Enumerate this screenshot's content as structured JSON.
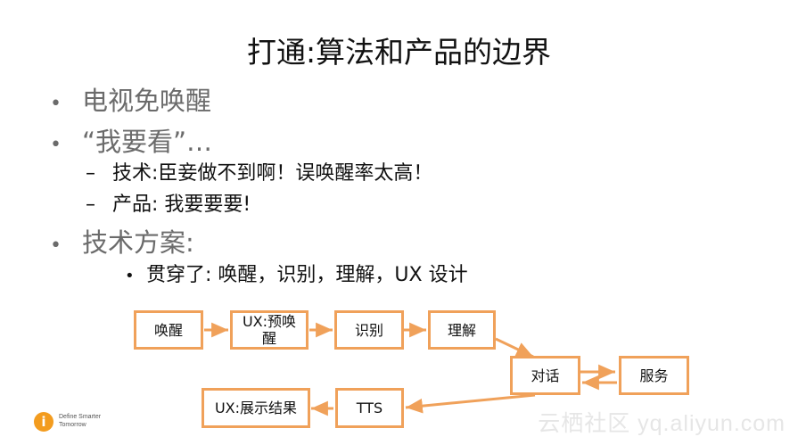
{
  "slide": {
    "title": "打通:算法和产品的边界",
    "bullets": [
      {
        "mark": "•",
        "text": "电视免唤醒"
      },
      {
        "mark": "•",
        "text": "“我要看”…"
      },
      {
        "mark": "–",
        "text": "技术:臣妾做不到啊！误唤醒率太高！"
      },
      {
        "mark": "–",
        "text": "产品: 我要要要!"
      },
      {
        "mark": "•",
        "text": "技术方案:"
      },
      {
        "mark": "•",
        "text": "贯穿了: 唤醒，识别，理解，UX 设计"
      }
    ]
  },
  "diagram": {
    "nodes": [
      {
        "id": "wake",
        "label": "唤醒"
      },
      {
        "id": "ux_prewake",
        "label": "UX:预唤醒"
      },
      {
        "id": "recognize",
        "label": "识别"
      },
      {
        "id": "understand",
        "label": "理解"
      },
      {
        "id": "dialog",
        "label": "对话"
      },
      {
        "id": "service",
        "label": "服务"
      },
      {
        "id": "tts",
        "label": "TTS"
      },
      {
        "id": "ux_display",
        "label": "UX:展示结果"
      }
    ],
    "edges": [
      {
        "from": "wake",
        "to": "ux_prewake"
      },
      {
        "from": "ux_prewake",
        "to": "recognize"
      },
      {
        "from": "recognize",
        "to": "understand"
      },
      {
        "from": "understand",
        "to": "dialog"
      },
      {
        "from": "dialog",
        "to": "service"
      },
      {
        "from": "service",
        "to": "dialog"
      },
      {
        "from": "dialog",
        "to": "tts"
      },
      {
        "from": "tts",
        "to": "ux_display"
      }
    ],
    "colors": {
      "stroke": "#f0a15a",
      "text": "#111111"
    }
  },
  "footer": {
    "logo_icon": "i",
    "logo_line1": "Define Smarter",
    "logo_line2": "Tomorrow",
    "watermark": "云栖社区 yq.aliyun.com"
  }
}
